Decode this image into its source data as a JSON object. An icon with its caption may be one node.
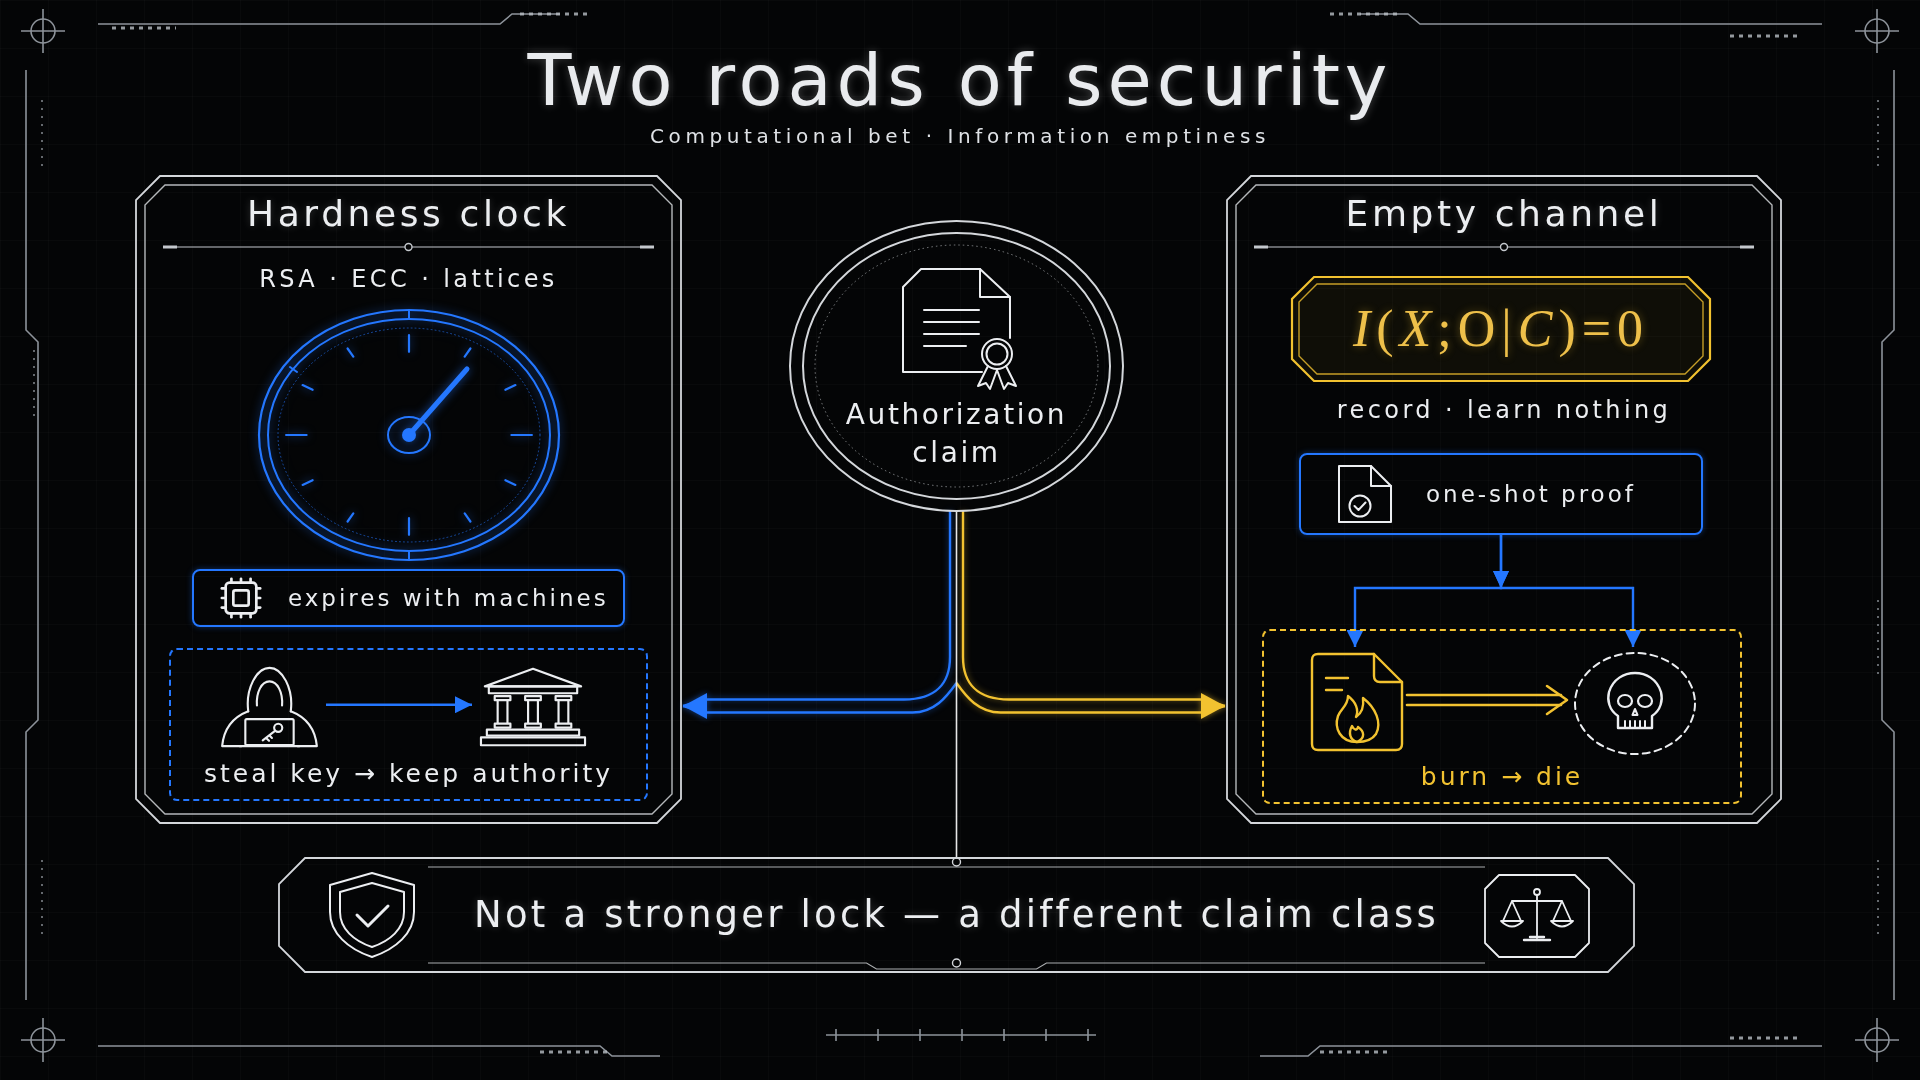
{
  "diagram": {
    "title": "Two roads of security",
    "nodes": [
      {
        "text": [
          "Hardness clock",
          "RSA · ECC · lattices"
        ]
      },
      {
        "text": [
          "expires with machines"
        ],
        "in": 0
      },
      {
        "text": [
          "steal key → keep authority"
        ],
        "in": 0
      },
      {
        "text": [],
        "shape": "picture",
        "in": 2
      },
      {
        "text": [],
        "shape": "picture",
        "in": 2
      },
      {
        "text": [
          "Authorization claim"
        ]
      },
      {
        "text": [
          "Empty channel",
          "record · learn nothing"
        ]
      },
      {
        "text": [
          "*I*(*X*;O|*C*)=0"
        ],
        "in": 6
      },
      {
        "text": [
          "one-shot proof"
        ],
        "in": 6
      },
      {
        "text": [
          "burn → die"
        ],
        "in": 6
      },
      {
        "text": [],
        "shape": "picture",
        "in": 9
      },
      {
        "text": [],
        "shape": "picture",
        "in": 9
      },
      {
        "text": [
          "Not a stronger lock — a different claim class"
        ]
      }
    ],
    "edges": [
      {
        "from": 5,
        "to": 0,
        "arrow": "to",
        "color": "#2477ff"
      },
      {
        "from": 5,
        "to": 6,
        "arrow": "to",
        "color": "#f2c230"
      },
      {
        "from": 5,
        "to": 12,
        "arrow": "none",
        "color": "#e6e6e6"
      },
      {
        "from": 3,
        "to": 4,
        "arrow": "to",
        "color": "#2477ff"
      },
      {
        "from": 8,
        "to": 10,
        "arrow": "to",
        "color": "#2477ff"
      },
      {
        "from": 8,
        "to": 11,
        "arrow": "to",
        "color": "#2477ff"
      },
      {
        "from": 10,
        "to": 11,
        "arrow": "to",
        "color": "#f2c230"
      }
    ],
    "labels": [
      "Computational bet · Information emptiness"
    ]
  }
}
